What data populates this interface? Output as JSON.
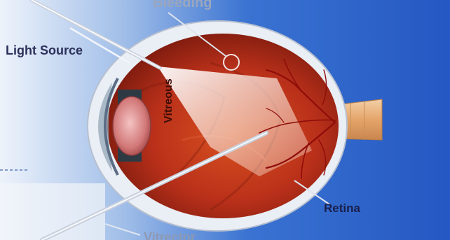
{
  "labels": {
    "light_source": "Light Source",
    "bleeding": "Bleeding",
    "vitreous": "Vitreous",
    "retina": "Retina",
    "vitrector": "Vitrector"
  },
  "colors": {
    "background_blue": "#2a63c9",
    "sclera": "#e9eef6",
    "eye_interior": "#c4331a",
    "lens": "#d98888",
    "optic_nerve": "#e6b38a"
  }
}
